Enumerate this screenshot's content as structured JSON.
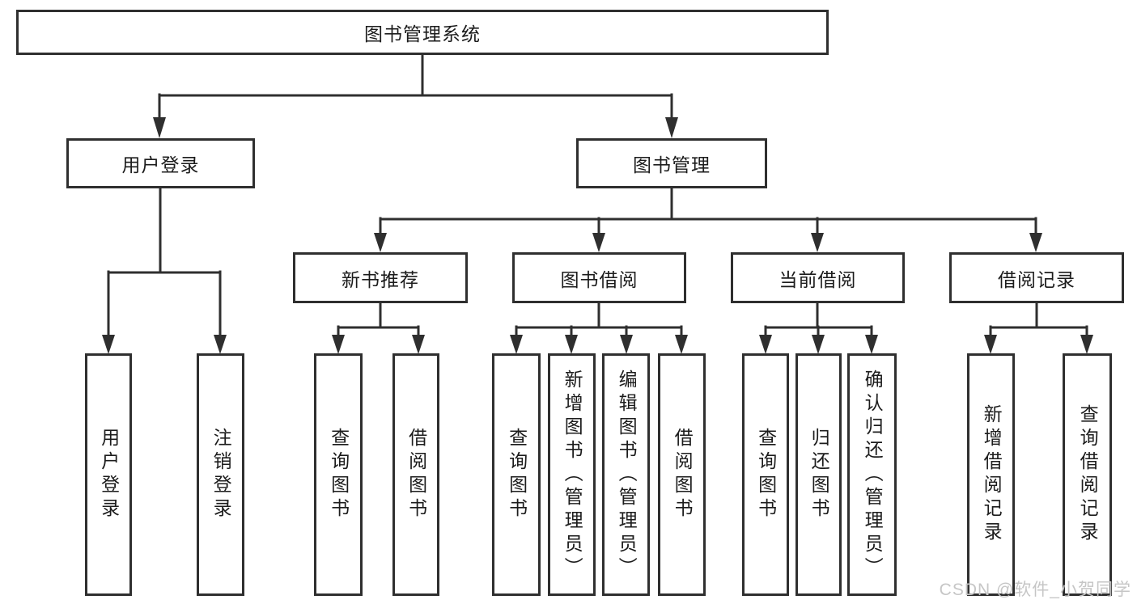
{
  "diagram": {
    "root": {
      "label": "图书管理系统"
    },
    "branches": [
      {
        "label": "用户登录",
        "children": [
          {
            "label": "用户登录"
          },
          {
            "label": "注销登录"
          }
        ]
      },
      {
        "label": "图书管理",
        "children": [
          {
            "label": "新书推荐",
            "children": [
              {
                "label": "查询图书"
              },
              {
                "label": "借阅图书"
              }
            ]
          },
          {
            "label": "图书借阅",
            "children": [
              {
                "label": "查询图书"
              },
              {
                "label": "新增图书（管理员）"
              },
              {
                "label": "编辑图书（管理员）"
              },
              {
                "label": "借阅图书"
              }
            ]
          },
          {
            "label": "当前借阅",
            "children": [
              {
                "label": "查询图书"
              },
              {
                "label": "归还图书"
              },
              {
                "label": "确认归还（管理员）"
              }
            ]
          },
          {
            "label": "借阅记录",
            "children": [
              {
                "label": "新增借阅记录"
              },
              {
                "label": "查询借阅记录"
              }
            ]
          }
        ]
      }
    ]
  },
  "watermark": {
    "text": "CSDN @软件_小贺同学"
  },
  "colors": {
    "line": "#2f2f2f",
    "text": "#1c1c1c",
    "watermark": "#c6c6c6",
    "background": "#ffffff"
  }
}
